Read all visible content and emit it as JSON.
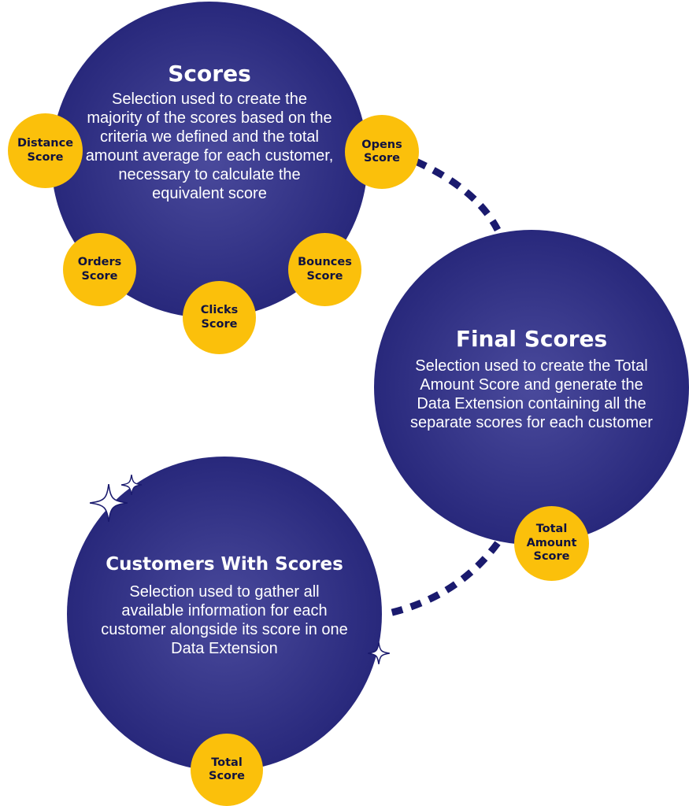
{
  "colors": {
    "circle_inner": "#4a4a9c",
    "circle_outer": "#1a1a6e",
    "badge": "#fbc00b",
    "badge_text": "#10123f",
    "connector": "#1a1a6e",
    "sparkle": "#ffffff"
  },
  "scores_node": {
    "title": "Scores",
    "description": "Selection used to create the majority of the scores based on the criteria we defined and the total amount average for each customer, necessary to calculate the equivalent score",
    "badges": {
      "distance": "Distance\nScore",
      "opens": "Opens\nScore",
      "orders": "Orders\nScore",
      "bounces": "Bounces\nScore",
      "clicks": "Clicks\nScore"
    }
  },
  "final_node": {
    "title": "Final Scores",
    "description": "Selection used to create the Total Amount Score and generate the Data Extension containing all the separate scores for each customer",
    "badges": {
      "total_amount": "Total\nAmount\nScore"
    }
  },
  "customers_node": {
    "title": "Customers With Scores",
    "description": "Selection used to gather all available information for each customer alongside its score in one Data Extension",
    "badges": {
      "total": "Total\nScore"
    }
  },
  "icons": {
    "sparkle": "sparkle-icon"
  }
}
